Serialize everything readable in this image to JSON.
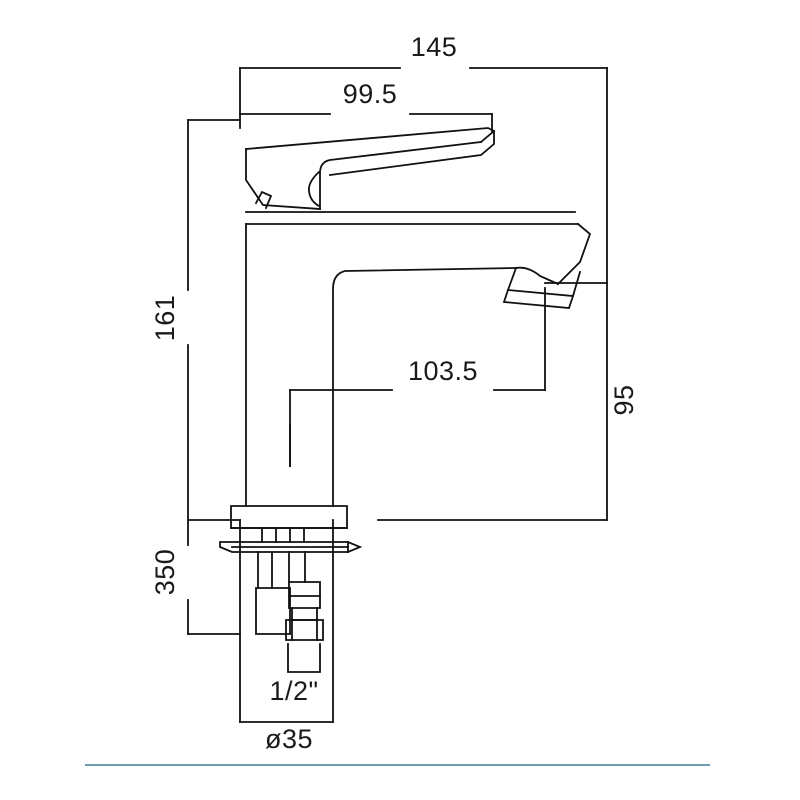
{
  "drawing": {
    "title": "Basin mixer tap technical dimension drawing",
    "units": "mm",
    "line_color": "#111111",
    "accent_rule_color": "#3d7f93",
    "background": "#ffffff"
  },
  "dimensions": {
    "overall_width": {
      "value": "145",
      "label_name": "dimension-145",
      "orientation": "horizontal",
      "position": "top"
    },
    "spout_projection": {
      "value": "99.5",
      "label_name": "dimension-99-5",
      "orientation": "horizontal",
      "position": "top-inner"
    },
    "overall_height": {
      "value": "161",
      "label_name": "dimension-161",
      "orientation": "vertical-rotated",
      "position": "left-upper"
    },
    "tail_length": {
      "value": "350",
      "label_name": "dimension-350",
      "orientation": "vertical-rotated",
      "position": "left-lower"
    },
    "spout_reach": {
      "value": "103.5",
      "label_name": "dimension-103-5",
      "orientation": "horizontal",
      "position": "middle"
    },
    "spout_height": {
      "value": "95",
      "label_name": "dimension-95",
      "orientation": "vertical-rotated",
      "position": "right"
    },
    "thread_size": {
      "value": "1/2\"",
      "label_name": "callout-thread-size",
      "orientation": "horizontal",
      "position": "bottom"
    },
    "hole_diameter": {
      "value": "ø35",
      "label_name": "callout-hole-diameter",
      "orientation": "horizontal",
      "position": "bottom"
    }
  }
}
